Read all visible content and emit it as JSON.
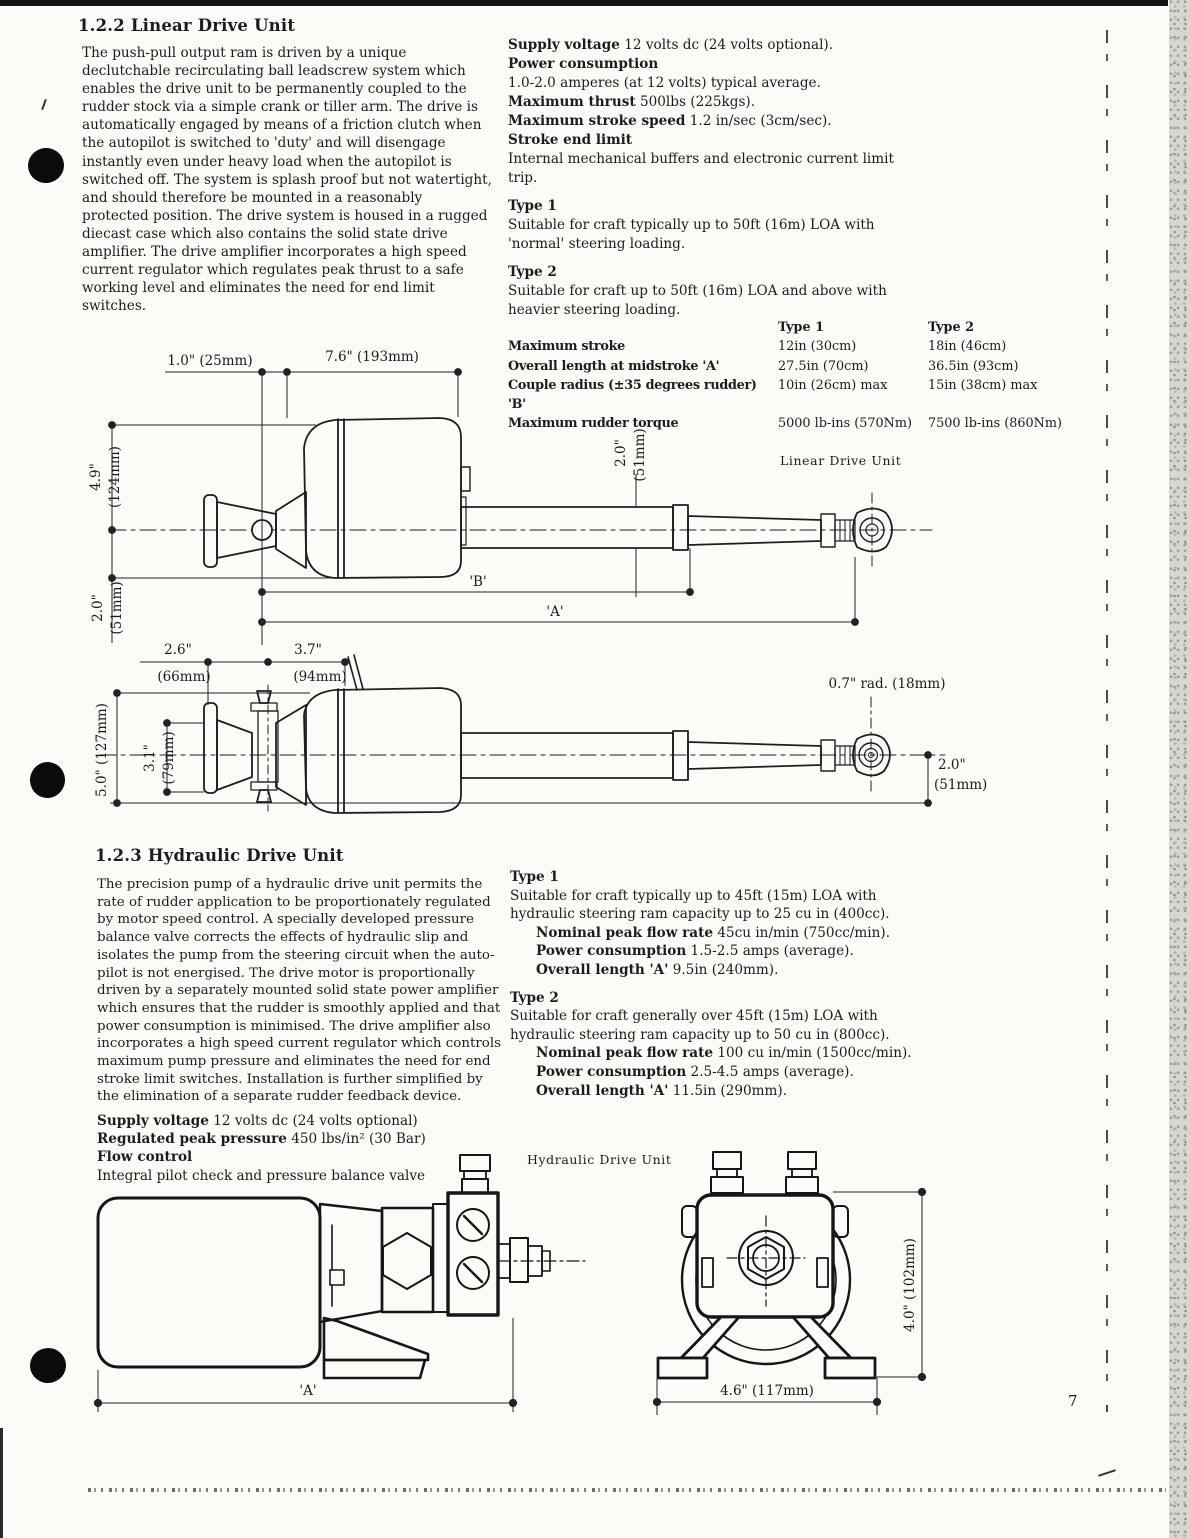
{
  "page": {
    "number": "7"
  },
  "linear": {
    "heading": "1.2.2 Linear Drive Unit",
    "body": "The push-pull output ram is driven by a unique\ndeclutchable recirculating ball leadscrew system which\nenables the drive unit to be permanently coupled to the\nrudder stock via a simple crank or tiller arm. The drive is\nautomatically engaged by means of a friction clutch when\nthe autopilot is switched to 'duty' and will disengage\ninstantly even under heavy load when the autopilot is\nswitched off. The system is splash proof but not watertight,\nand should therefore be mounted in a reasonably\nprotected position. The drive system is housed in a rugged\ndiecast case which also contains the solid state drive\namplifier. The drive amplifier incorporates a high speed\ncurrent regulator which regulates peak thrust to a safe\nworking level and eliminates the need for end limit\nswitches.",
    "specs": [
      {
        "b": "Supply voltage",
        "t": " 12 volts dc (24 volts optional)."
      },
      {
        "b": "Power consumption",
        "t": ""
      },
      {
        "b": "",
        "t": "1.0-2.0 amperes (at 12 volts) typical average."
      },
      {
        "b": "Maximum thrust",
        "t": " 500lbs (225kgs)."
      },
      {
        "b": "Maximum stroke speed",
        "t": " 1.2 in/sec (3cm/sec)."
      },
      {
        "b": "Stroke end limit",
        "t": ""
      },
      {
        "b": "",
        "t": "Internal mechanical buffers and electronic current limit\ntrip."
      }
    ],
    "type1": {
      "heading": "Type 1",
      "text": "Suitable for craft typically up to 50ft (16m) LOA with\n'normal' steering loading."
    },
    "type2": {
      "heading": "Type 2",
      "text": "Suitable for craft up to 50ft (16m) LOA and above with\nheavier steering loading."
    },
    "table": {
      "col1": "Type 1",
      "col2": "Type 2",
      "rows": [
        {
          "label": "Maximum stroke",
          "t1": "12in (30cm)",
          "t2": "18in (46cm)"
        },
        {
          "label": "Overall length at midstroke 'A'",
          "t1": "27.5in (70cm)",
          "t2": "36.5in (93cm)"
        },
        {
          "label": "Couple radius (±35 degrees rudder) 'B'",
          "t1": "10in (26cm) max",
          "t2": "15in (38cm) max"
        },
        {
          "label": "Maximum rudder torque",
          "t1": "5000 lb-ins (570Nm)",
          "t2": "7500 lb-ins (860Nm)"
        }
      ]
    }
  },
  "ldiag": {
    "caption": "Linear Drive Unit",
    "d10": "1.0\" (25mm)",
    "d76": "7.6\" (193mm)",
    "d49": "4.9\"",
    "d124": "(124mm)",
    "d20a": "2.0\"",
    "d51a": "(51mm)",
    "d20b": "2.0\"",
    "d51b": "(51mm)",
    "B": "'B'",
    "A": "'A'",
    "d26": "2.6\"",
    "d66": "(66mm)",
    "d37": "3.7\"",
    "d94": "(94mm)",
    "d50": "5.0\" (127mm)",
    "d31": "3.1\"",
    "d79": "(79mm)",
    "d07": "0.7\" rad. (18mm)",
    "d20c": "2.0\"",
    "d51c": "(51mm)"
  },
  "hydraulic": {
    "heading": "1.2.3 Hydraulic Drive Unit",
    "body": "The precision pump of a hydraulic drive unit permits the\nrate of rudder application to be proportionately regulated\nby motor speed control. A specially developed pressure\nbalance valve corrects the effects of hydraulic slip and\nisolates the pump from the steering circuit when the auto-\npilot is not energised. The drive motor is proportionally\ndriven by a separately mounted solid state power amplifier\nwhich ensures that the rudder is smoothly applied and that\npower consumption is minimised. The drive amplifier also\nincorporates a high speed current regulator which controls\nmaximum pump pressure and eliminates the need for end\nstroke limit switches. Installation is further simplified by\nthe elimination of a separate rudder feedback device.",
    "specs": [
      {
        "b": "Supply voltage",
        "t": " 12 volts dc (24 volts optional)"
      },
      {
        "b": "Regulated peak pressure",
        "t": " 450 lbs/in² (30 Bar)"
      },
      {
        "b": "Flow control",
        "t": ""
      },
      {
        "b": "",
        "t": "Integral pilot check and pressure balance valve"
      }
    ],
    "type1": {
      "heading": "Type 1",
      "intro": "Suitable for craft typically up to 45ft (15m) LOA with\nhydraulic steering ram capacity up to 25 cu in (400cc).",
      "specs": [
        {
          "b": "Nominal peak flow rate",
          "t": " 45cu in/min (750cc/min)."
        },
        {
          "b": "Power consumption",
          "t": " 1.5-2.5 amps (average)."
        },
        {
          "b": "Overall length 'A'",
          "t": " 9.5in (240mm)."
        }
      ]
    },
    "type2": {
      "heading": "Type 2",
      "intro": "Suitable for craft generally over 45ft (15m) LOA with\nhydraulic steering ram capacity up to 50 cu in (800cc).",
      "specs": [
        {
          "b": "Nominal peak flow rate",
          "t": " 100 cu in/min (1500cc/min)."
        },
        {
          "b": "Power consumption",
          "t": " 2.5-4.5 amps (average)."
        },
        {
          "b": "Overall length 'A'",
          "t": " 11.5in (290mm)."
        }
      ]
    }
  },
  "hdiag": {
    "caption": "Hydraulic Drive Unit",
    "A": "'A'",
    "d46": "4.6\" (117mm)",
    "d40": "4.0\" (102mm)"
  }
}
